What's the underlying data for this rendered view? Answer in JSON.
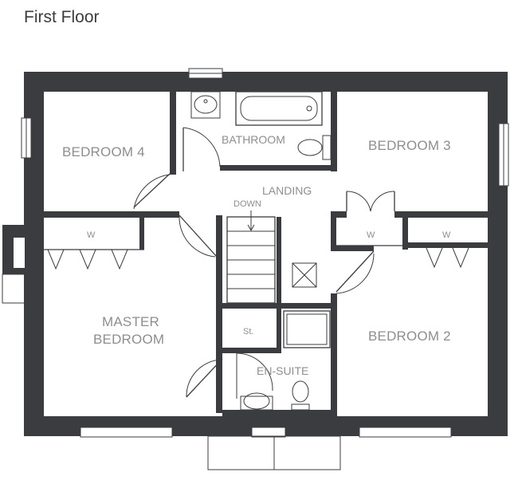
{
  "title": "First Floor",
  "rooms": {
    "bedroom4": "BEDROOM 4",
    "bathroom": "BATHROOM",
    "bedroom3": "BEDROOM 3",
    "landing": "LANDING",
    "down": "DOWN",
    "wardrobe_left": "W",
    "wardrobe_mid": "W",
    "wardrobe_right": "W",
    "master_line1": "MASTER",
    "master_line2": "BEDROOM",
    "store": "St.",
    "ensuite": "EN-SUITE",
    "bedroom2": "BEDROOM 2"
  },
  "colors": {
    "wall": "#3b3c3f",
    "label": "#8c8e91",
    "title": "#3a3c40"
  }
}
